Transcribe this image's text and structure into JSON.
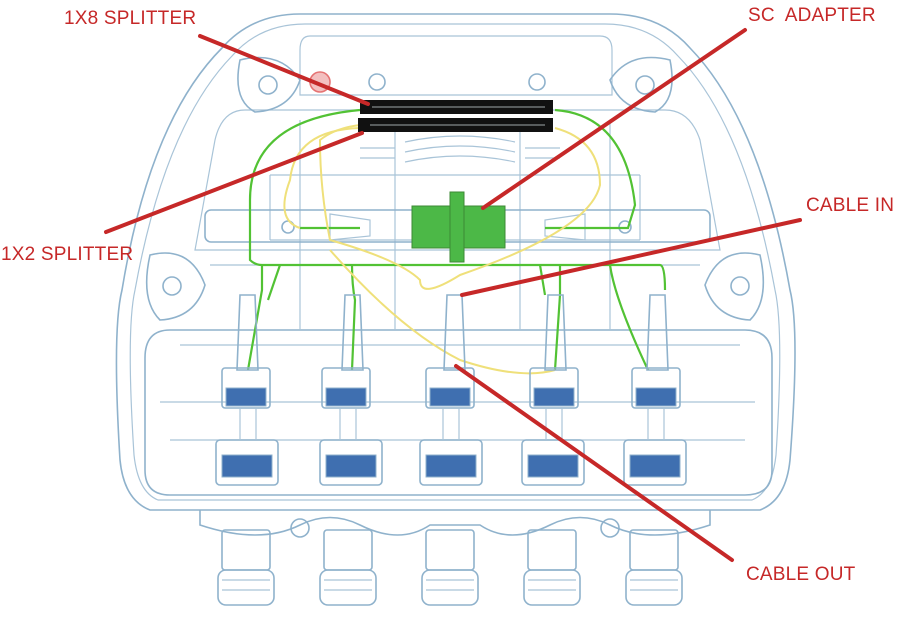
{
  "labels": {
    "splitter_1x8": "1X8 SPLITTER",
    "sc_adapter": "SC  ADAPTER",
    "cable_in": "CABLE IN",
    "splitter_1x2": "1X2 SPLITTER",
    "cable_out": "CABLE OUT"
  },
  "colors": {
    "annotation": "#c62828",
    "outline": "#8fb2cc",
    "fiber_green": "#52c234",
    "fiber_yellow": "#efe07a",
    "splitter_body": "#111111",
    "adapter": "#4cb847"
  },
  "icons": [
    "fiber-distribution-box-icon",
    "cable-gland-icon",
    "sc-adapter-icon",
    "splitter-icon"
  ]
}
